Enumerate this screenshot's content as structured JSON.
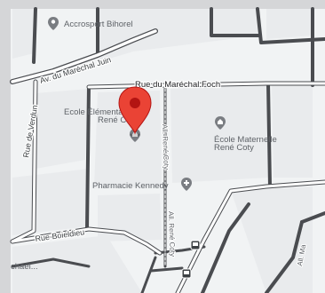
{
  "colors": {
    "map_background": "#f1f3f4",
    "block_fill": "#eceef0",
    "road_dark": "#4a4c50",
    "road_white": "#ffffff",
    "poi_gray": "#7a7d82",
    "marker_red": "#ea4335",
    "marker_dark": "#b31412",
    "frame_gray": "#d5d6d8"
  },
  "streets": {
    "marechal_juin": "Av. du Maréchal Juin",
    "marechal_foch": "Rue du Maréchal Foch",
    "verdun": "Rue de Verdun",
    "boieldieu": "Rue Boieldieu",
    "rene_coty_1": "All. René Coty",
    "rene_coty_2": "All. René Coty",
    "all_ma": "All. Ma",
    "chael": "chaël..."
  },
  "pois": {
    "accrosport": {
      "name": "Accrosport Bihorel",
      "icon": "map-pin-icon"
    },
    "ecole_elementaire": {
      "line1": "Ecole Élémentaire",
      "line2": "René Coty",
      "icon": "school-icon"
    },
    "ecole_maternelle": {
      "line1": "École Maternelle",
      "line2": "René Coty",
      "icon": "school-icon"
    },
    "pharmacie": {
      "name": "Pharmacie Kennedy",
      "icon": "pharmacy-icon"
    },
    "bus_1": {
      "icon": "bus-stop-icon"
    },
    "bus_2": {
      "icon": "bus-stop-icon"
    }
  },
  "marker": {
    "icon": "location-marker-icon"
  }
}
